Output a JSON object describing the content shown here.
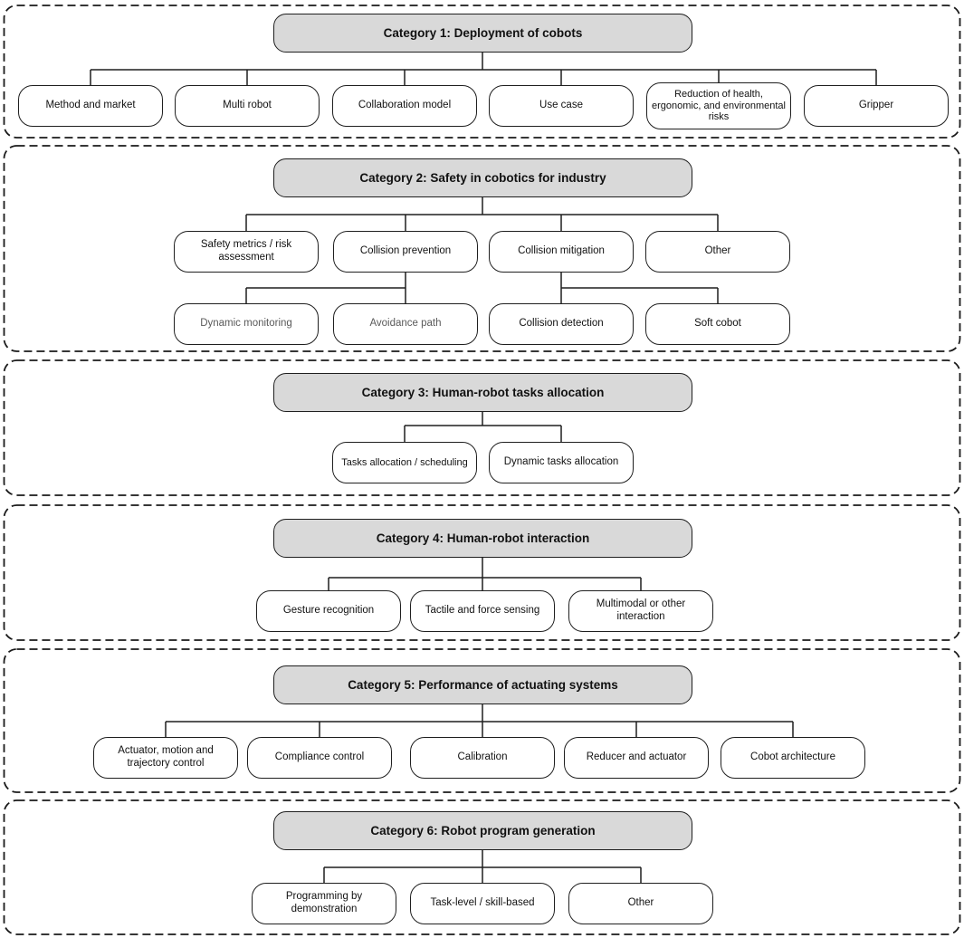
{
  "colors": {
    "background": "#ffffff",
    "panel-border": "#1a1a1a",
    "header-fill": "#d9d9d9",
    "node-fill": "#ffffff",
    "line": "#1f1f1f",
    "text": "#111111",
    "muted-text": "#5a5a5a"
  },
  "categories": [
    {
      "title": "Category 1: Deployment of cobots",
      "children": [
        "Method and market",
        "Multi robot",
        "Collaboration model",
        "Use case",
        "Reduction of health, ergonomic, and environmental risks",
        "Gripper"
      ]
    },
    {
      "title": "Category 2: Safety in cobotics for industry",
      "children": [
        "Safety metrics / risk assessment",
        "Collision prevention",
        "Collision mitigation",
        "Other"
      ],
      "sub_children": [
        "Dynamic monitoring",
        "Avoidance path",
        "Collision detection",
        "Soft cobot"
      ]
    },
    {
      "title": "Category 3: Human-robot tasks allocation",
      "children": [
        "Tasks allocation / scheduling",
        "Dynamic tasks allocation"
      ]
    },
    {
      "title": "Category 4: Human-robot interaction",
      "children": [
        "Gesture recognition",
        "Tactile and force sensing",
        "Multimodal or other interaction"
      ]
    },
    {
      "title": "Category 5: Performance of actuating systems",
      "children": [
        "Actuator, motion and trajectory control",
        "Compliance control",
        "Calibration",
        "Reducer and actuator",
        "Cobot architecture"
      ]
    },
    {
      "title": "Category 6: Robot program generation",
      "children": [
        "Programming by demonstration",
        "Task-level / skill-based",
        "Other"
      ]
    }
  ]
}
